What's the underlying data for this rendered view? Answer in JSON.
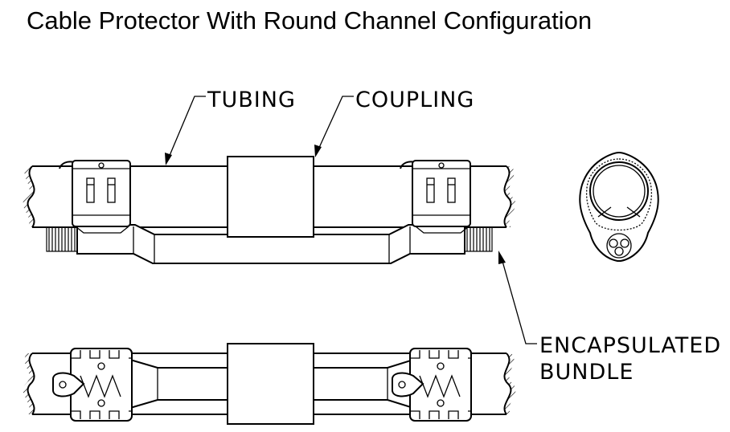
{
  "title": "Cable Protector With Round Channel Configuration",
  "labels": {
    "tubing": "TUBING",
    "coupling": "COUPLING",
    "encapsulated_line1": "ENCAPSULATED",
    "encapsulated_line2": "BUNDLE"
  }
}
